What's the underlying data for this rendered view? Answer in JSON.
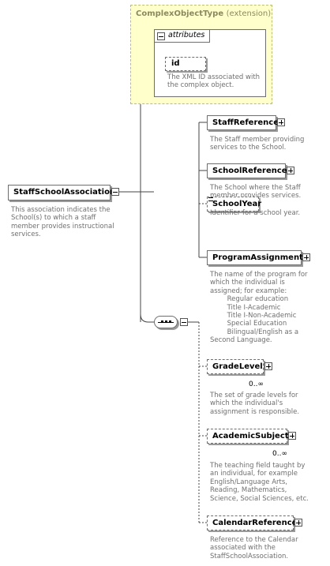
{
  "complex_type": {
    "title": "ComplexObjectType",
    "kind": "(extension)",
    "attributes_label": "attributes",
    "attribute": {
      "name": "id",
      "description": "The XML ID associated with\nthe complex object."
    }
  },
  "root": {
    "name": "StaffSchoolAssociation",
    "description": "This association indicates the\nSchool(s) to which a staff\nmember provides instructional\nservices."
  },
  "elements": [
    {
      "name": "StaffReference",
      "description": "The Staff member providing\nservices to the School.",
      "cardinality": ""
    },
    {
      "name": "SchoolReference",
      "description": "The School where the Staff\nmember provides services.",
      "cardinality": ""
    },
    {
      "name": "SchoolYear",
      "description": "Identifier for a school year.",
      "cardinality": ""
    },
    {
      "name": "ProgramAssignment",
      "description": "The name of the program for\nwhich the individual is\nassigned; for example:\n        Regular education\n        Title I-Academic\n        Title I-Non-Academic\n        Special Education\n        Bilingual/English as a\nSecond Language.",
      "cardinality": ""
    },
    {
      "name": "GradeLevel",
      "description": "The set of grade levels for\nwhich the individual's\nassignment is responsible.",
      "cardinality": "0..∞"
    },
    {
      "name": "AcademicSubject",
      "description": "The teaching field taught by\nan individual, for example\nEnglish/Language Arts,\nReading, Mathematics,\nScience, Social Sciences, etc.",
      "cardinality": "0..∞"
    },
    {
      "name": "CalendarReference",
      "description": "Reference to the Calendar\nassociated with the\nStaffSchoolAssociation.",
      "cardinality": ""
    }
  ],
  "colors": {
    "extension_bg": "#ffffcc",
    "extension_border": "#bdbd7a",
    "line": "#444444",
    "description": "#6f6f6f"
  },
  "icons": {
    "collapse": "minus-icon",
    "expand": "plus-icon",
    "sequence": "sequence-compositor-icon"
  }
}
